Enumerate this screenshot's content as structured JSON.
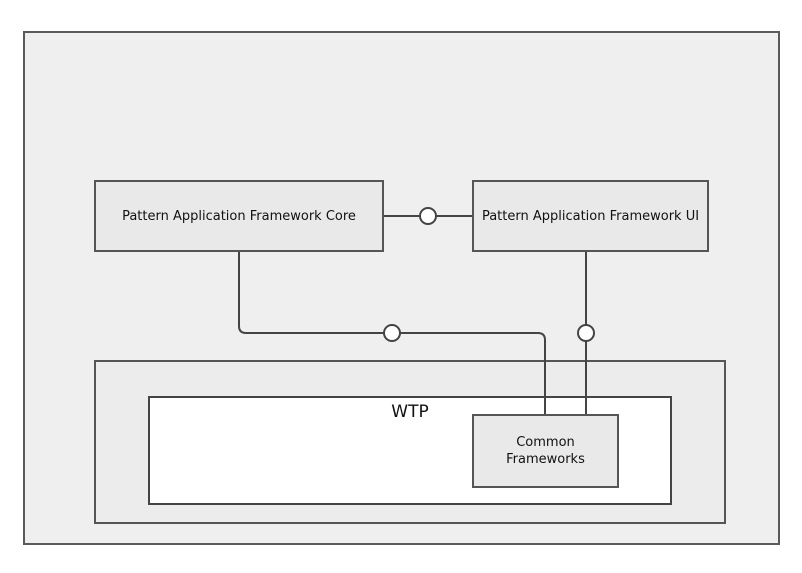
{
  "diagram": {
    "components": {
      "core_label": "Pattern Application Framework Core",
      "ui_label": "Pattern Application Framework UI",
      "common_label": "Common Frameworks"
    },
    "platform": {
      "wtp_label": "WTP"
    },
    "colors": {
      "frame_fill": "#efefef",
      "component_fill": "#e9e9e9",
      "border": "#555555",
      "wtp_fill": "#ffffff"
    }
  }
}
